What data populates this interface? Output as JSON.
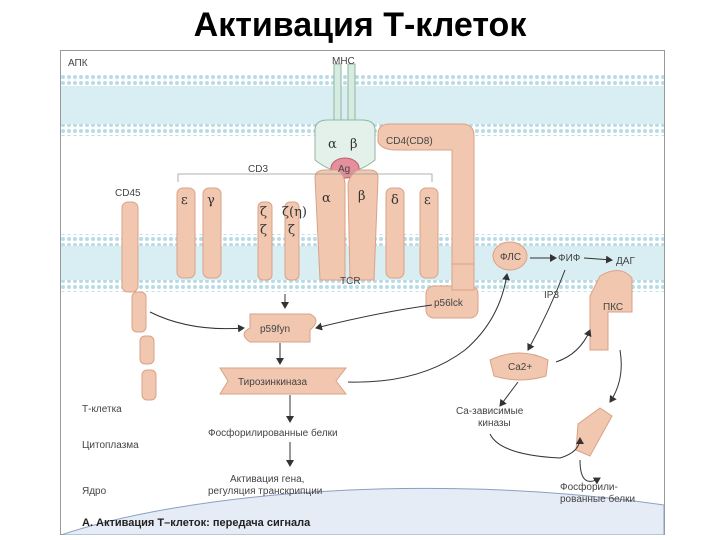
{
  "title": "Активация Т-клеток",
  "labels": {
    "apc": "АПК",
    "mhc": "MHC",
    "alpha_mhc": "α",
    "beta_mhc": "β",
    "ag": "Ag",
    "cd4cd8": "CD4(CD8)",
    "cd3": "CD3",
    "cd45": "CD45",
    "eps1": "ε",
    "gamma": "γ",
    "zeta1": "ζ",
    "zeta_eta": "ζ(η)",
    "zeta2": "ζ",
    "zeta3": "ζ",
    "alpha_tcr": "α",
    "beta_tcr": "β",
    "delta": "δ",
    "eps2": "ε",
    "tcr": "TCR",
    "p56lck": "p56lck",
    "p59fyn": "p59fyn",
    "tyrosine_kinase": "Тирозинкиназа",
    "plc": "ФЛС",
    "pip2": "ФИФ",
    "dag": "ДАГ",
    "ip3": "IP3",
    "pkc": "ПКС",
    "ca": "Ca2+",
    "ca_kinases_1": "Ca-зависимые",
    "ca_kinases_2": "киназы",
    "phos_proteins": "Фосфорилированные белки",
    "phos_proteins2_1": "Фосфорили-",
    "phos_proteins2_2": "рованные белки",
    "tcell": "Т-клетка",
    "cytoplasm": "Цитоплазма",
    "nucleus": "Ядро",
    "gene_activation_1": "Активация гена,",
    "gene_activation_2": "регуляция транскрипции",
    "caption": "А. Активация Т–клеток: передача сигнала"
  },
  "colors": {
    "protein": "#f1c7b0",
    "protein_dark": "#eab89c",
    "membrane_band": "#d9eef3",
    "membrane_dots": "#b9dbe6",
    "ag": "#e58f9c",
    "nucleus": "#e6ecf6"
  }
}
